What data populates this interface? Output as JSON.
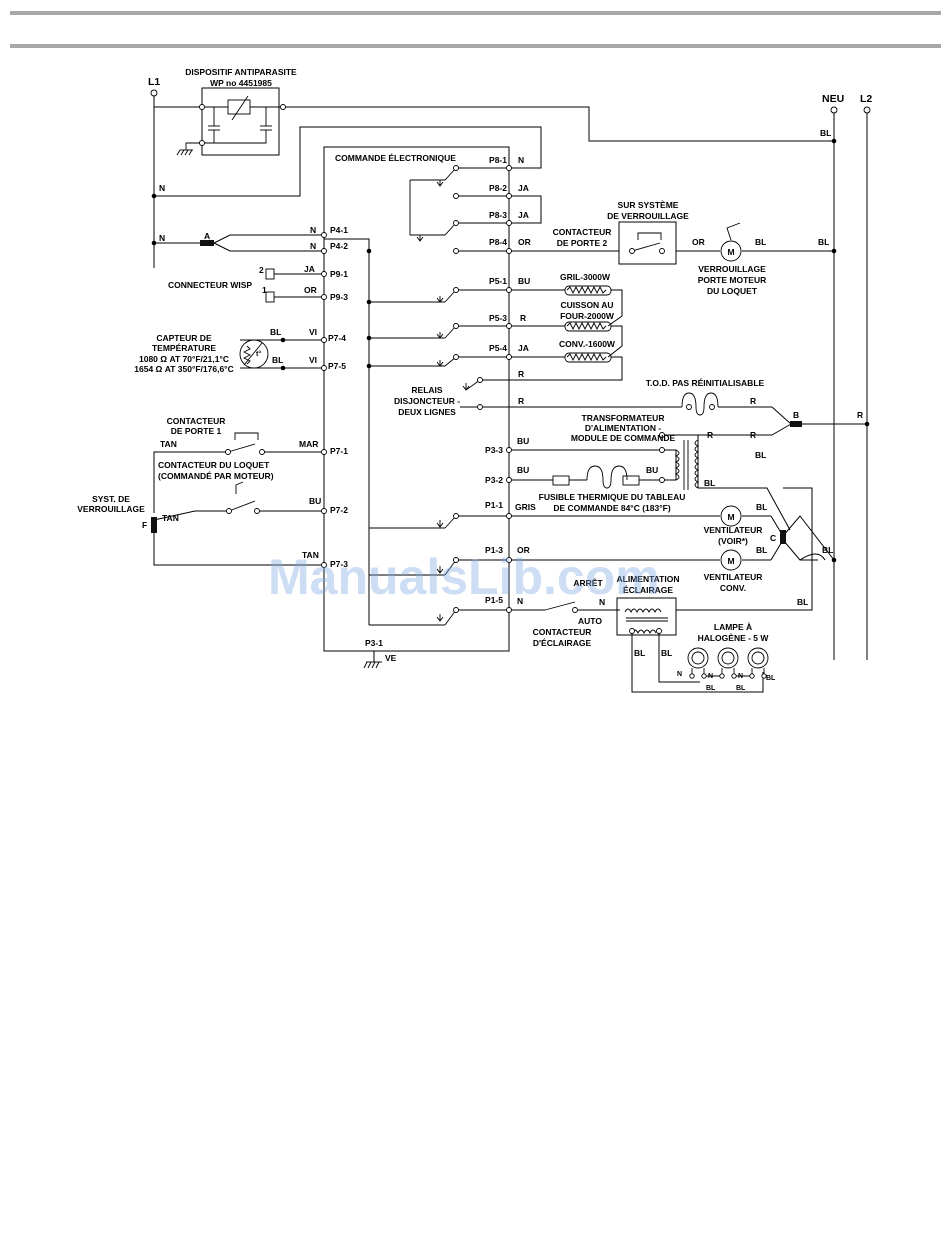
{
  "labels": {
    "l1": "L1",
    "neu": "NEU",
    "l2": "L2",
    "filter_title": "DISPOSITIF ANTIPARASITE",
    "filter_part": "WP no 4451985",
    "control": "COMMANDE ÉLECTRONIQUE",
    "wisp": "CONNECTEUR WISP",
    "temp_sensor": "CAPTEUR DE",
    "temp_sensor_2": "TEMPÉRATURE",
    "temp_r1": "1080 Ω AT 70°F/21,1°C",
    "temp_r2": "1654 Ω AT 350°F/176,6°C",
    "door_switch_1": "CONTACTEUR",
    "door_switch_1b": "DE PORTE 1",
    "latch_switch": "CONTACTEUR DU LOQUET",
    "latch_switch_b": "(COMMANDÉ PAR MOTEUR)",
    "lock_sys": "SYST. DE",
    "lock_sys_b": "VERROUILLAGE",
    "on_lock_system": "SUR SYSTÈME",
    "on_lock_system_b": "DE VERROUILLAGE",
    "door_switch_2": "CONTACTEUR",
    "door_switch_2b": "DE PORTE 2",
    "latch_motor": "VERROUILLAGE",
    "latch_motor_b": "PORTE MOTEUR",
    "latch_motor_c": "DU LOQUET",
    "broil": "GRIL-3000W",
    "bake": "CUISSON AU",
    "bake_b": "FOUR-2000W",
    "conv": "CONV.-1600W",
    "relay": "RELAIS",
    "relay_b": "DISJONCTEUR -",
    "relay_c": "DEUX LIGNES",
    "tod": "T.O.D. PAS RÉINITIALISABLE",
    "transformer": "TRANSFORMATEUR",
    "transformer_b": "D'ALIMENTATION -",
    "transformer_c": "MODULE DE COMMANDE",
    "fuse": "FUSIBLE THERMIQUE DU TABLEAU",
    "fuse_b": "DE COMMANDE 84°C (183°F)",
    "fan1": "VENTILATEUR",
    "fan1_b": "(VOIR*)",
    "fan2": "VENTILATEUR",
    "fan2_b": "CONV.",
    "off": "ARRÊT",
    "auto": "AUTO",
    "light_switch": "CONTACTEUR",
    "light_switch_b": "D'ÉCLAIRAGE",
    "light_supply": "ALIMENTATION",
    "light_supply_b": "ÉCLAIRAGE",
    "lamp": "LAMPE À",
    "lamp_b": "HALOGÈNE - 5 W",
    "p3_1": "P3-1",
    "ve": "VE",
    "motor": "M",
    "watermark": "ManualsLib.com"
  },
  "pins": {
    "p8_1": "P8-1",
    "p8_2": "P8-2",
    "p8_3": "P8-3",
    "p8_4": "P8-4",
    "p4_1": "P4-1",
    "p4_2": "P4-2",
    "p9_1": "P9-1",
    "p9_3": "P9-3",
    "p7_4": "P7-4",
    "p7_5": "P7-5",
    "p7_1": "P7-1",
    "p7_2": "P7-2",
    "p7_3": "P7-3",
    "p5_1": "P5-1",
    "p5_3": "P5-3",
    "p5_4": "P5-4",
    "p3_3": "P3-3",
    "p3_2": "P3-2",
    "p1_1": "P1-1",
    "p1_3": "P1-3",
    "p1_5": "P1-5"
  },
  "wires": {
    "n": "N",
    "ja": "JA",
    "or": "OR",
    "bl": "BL",
    "vi": "VI",
    "bu": "BU",
    "r": "R",
    "mar": "MAR",
    "tan": "TAN",
    "gris": "GRIS",
    "a": "A",
    "b": "B",
    "c": "C",
    "f": "F",
    "one": "1",
    "two": "2",
    "t": "t°"
  },
  "colors": {
    "line": "#000000",
    "rule": "#a8a8a8",
    "watermark": "#78a5e1"
  }
}
